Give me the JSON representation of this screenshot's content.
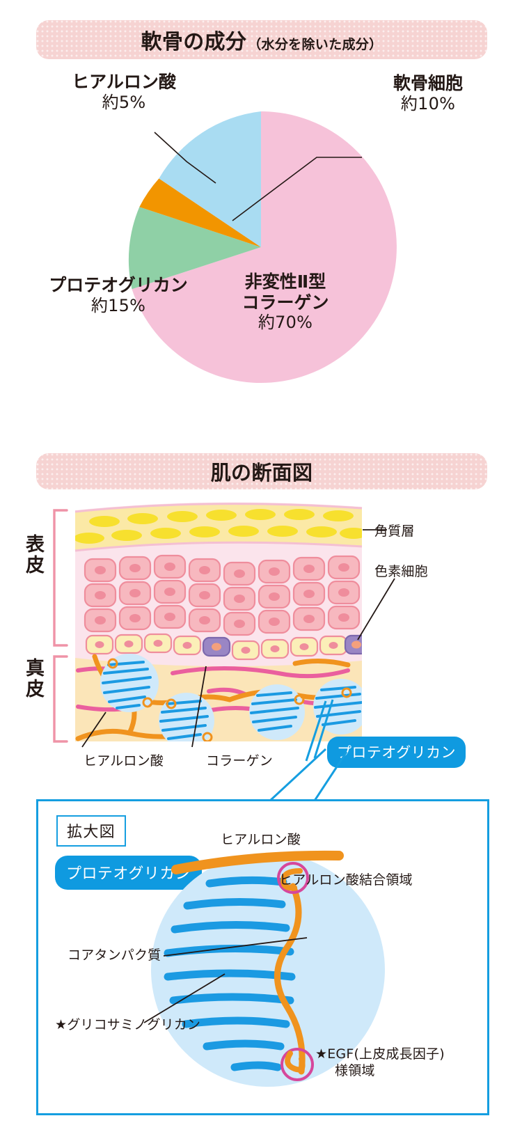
{
  "section1": {
    "banner": {
      "main": "軟骨の成分",
      "sub": "（水分を除いた成分）"
    }
  },
  "chart_data": {
    "type": "pie",
    "title": "軟骨の成分（水分を除いた成分）",
    "start_angle_deg": 0,
    "direction": "clockwise",
    "legend": "labels-outside",
    "categories": [
      "非変性Ⅱ型コラーゲン",
      "プロテオグリカン",
      "ヒアルロン酸",
      "軟骨細胞"
    ],
    "values": [
      70,
      15,
      5,
      10
    ],
    "value_labels": [
      "約70%",
      "約15%",
      "約5%",
      "約10%"
    ],
    "colors": [
      "#f6c2d9",
      "#8fd0a6",
      "#f29500",
      "#a9dcf2"
    ],
    "slices": [
      {
        "label": "非変性Ⅱ型コラーゲン",
        "label_line1": "非変性Ⅱ型",
        "label_line2": "コラーゲン",
        "value": 70,
        "value_label": "約70%",
        "color": "#f6c2d9",
        "label_position": "inside"
      },
      {
        "label": "プロテオグリカン",
        "value": 15,
        "value_label": "約15%",
        "color": "#8fd0a6",
        "label_position": "left"
      },
      {
        "label": "ヒアルロン酸",
        "value": 5,
        "value_label": "約5%",
        "color": "#f29500",
        "label_position": "upper-left",
        "leader_line": true
      },
      {
        "label": "軟骨細胞",
        "value": 10,
        "value_label": "約10%",
        "color": "#a9dcf2",
        "label_position": "upper-right",
        "leader_line": true
      }
    ]
  },
  "section2": {
    "banner": {
      "main": "肌の断面図",
      "sub": ""
    },
    "side_labels": {
      "epidermis": "表皮",
      "dermis": "真皮"
    },
    "callouts": {
      "stratum_corneum": "角質層",
      "melanocyte": "色素細胞",
      "hyaluronic_acid": "ヒアルロン酸",
      "collagen": "コラーゲン",
      "proteoglycan": "プロテオグリカン"
    },
    "colors": {
      "corneum": "#fbe9a6",
      "corneum_cell": "#f7e02e",
      "epidermis_bg": "#fbe4ec",
      "epidermis_cell": "#f7b8bf",
      "basal_cell": "#fbefb8",
      "melanocyte": "#9a86c4",
      "dermis_bg": "#fbe5b8",
      "collagen_line": "#ea5f9e",
      "ha_line": "#f0931e",
      "proteoglycan_circle": "#cfe9fa",
      "proteoglycan_stripe": "#1b9ae2",
      "bracket": "#ef93a7",
      "badge": "#0f9ae0"
    }
  },
  "section3": {
    "box_title": "拡大図",
    "badge": "プロテオグリカン",
    "labels": {
      "hyaluronic_acid": "ヒアルロン酸",
      "ha_binding_region": "ヒアルロン酸結合領域",
      "core_protein": "コアタンパク質",
      "glycosaminoglycan": "★グリコサミノグリカン",
      "egf_line1": "★EGF(上皮成長因子)",
      "egf_line2": "様領域"
    },
    "colors": {
      "border": "#159ee0",
      "circle": "#cfe9fa",
      "gag": "#1b9ae2",
      "core": "#f0931e",
      "ring": "#d6479b"
    }
  }
}
